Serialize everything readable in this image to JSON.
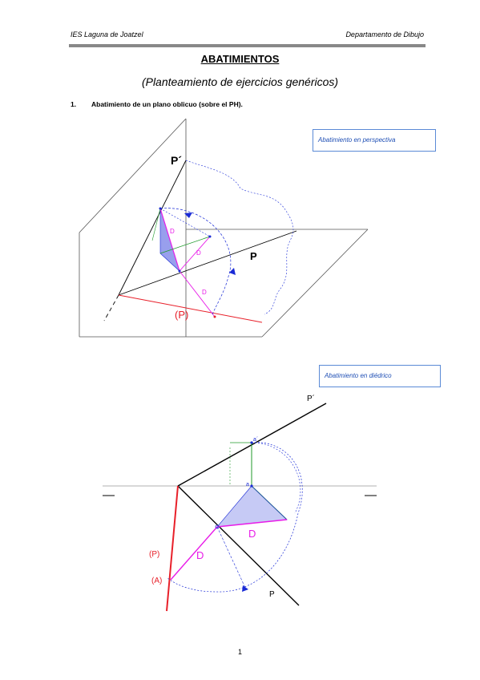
{
  "header": {
    "left": "IES Laguna de Joatzel",
    "right": "Departamento de Dibujo"
  },
  "title": "ABATIMIENTOS",
  "subtitle": "(Planteamiento de ejercicios genéricos)",
  "item": {
    "number": "1.",
    "text": "Abatimiento de un plano oblicuo (sobre el PH)."
  },
  "callouts": {
    "perspective": "Abatimiento en perspectiva",
    "dihedral": "Abatimiento en diédrico"
  },
  "diagram1_labels": {
    "p_prime": "P´",
    "p": "P",
    "p_rebatted": "(P)",
    "d": "D"
  },
  "diagram2_labels": {
    "p_prime": "P´",
    "p": "P",
    "p_rebatted": "(P)",
    "a_rebatted": "(A)",
    "d": "D",
    "a_prime": "a´",
    "a": "a"
  },
  "page_number": "1",
  "colors": {
    "red": "#e8202a",
    "magenta": "#e81be8",
    "blue": "#1a2bd6",
    "green": "#1f9a2a",
    "callout_border": "#5b8ad6"
  }
}
